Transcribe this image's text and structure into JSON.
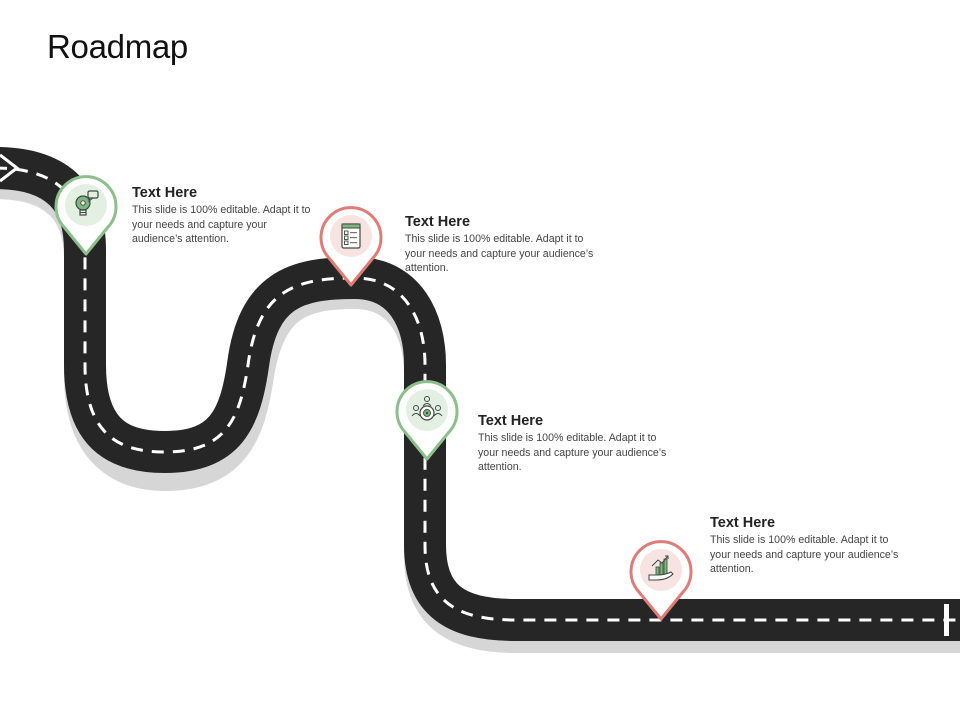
{
  "title": "Roadmap",
  "colors": {
    "road": "#262626",
    "road_shadow": "#d4d4d4",
    "dash": "#ffffff",
    "green": "#8cbf8c",
    "green_fill": "#e4efe4",
    "red": "#e07c78",
    "red_fill": "#f7e3e2",
    "icon_dark": "#3e4a3e",
    "icon_green": "#7fb57f"
  },
  "milestones": [
    {
      "heading": "Text Here",
      "body": "This slide is 100% editable. Adapt it to your needs and capture your audience’s attention.",
      "color": "green",
      "icon": "lightbulb-gear-icon"
    },
    {
      "heading": "Text Here",
      "body": "This slide is 100% editable. Adapt it to your needs and capture your audience’s attention.",
      "color": "red",
      "icon": "checklist-icon"
    },
    {
      "heading": "Text Here",
      "body": "This slide is 100% editable. Adapt it to your needs and capture your audience’s attention.",
      "color": "green",
      "icon": "team-target-icon"
    },
    {
      "heading": "Text Here",
      "body": "This slide is 100% editable. Adapt it to your needs and capture your audience’s attention.",
      "color": "red",
      "icon": "growth-chart-hand-icon"
    }
  ]
}
